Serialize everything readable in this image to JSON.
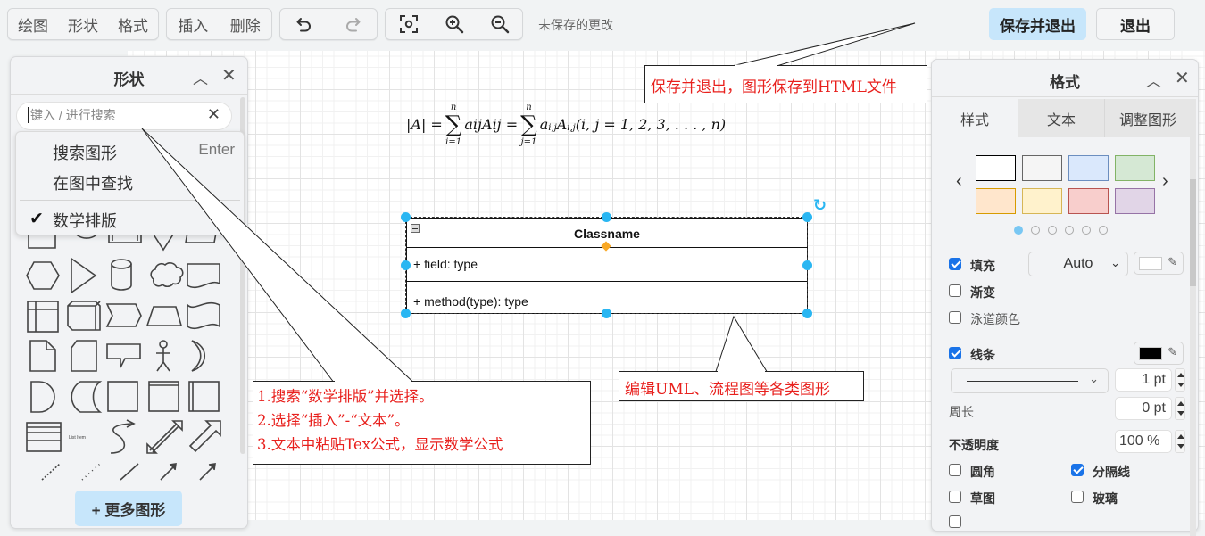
{
  "toolbar": {
    "group_view": [
      "绘图",
      "形状",
      "格式"
    ],
    "group_edit": [
      "插入",
      "删除"
    ],
    "undo_icon": "undo-icon",
    "redo_icon": "redo-icon",
    "fit_icon": "fit-screen-icon",
    "zoom_in_icon": "zoom-in-icon",
    "zoom_out_icon": "zoom-out-icon",
    "status": "未保存的更改",
    "save_exit_label": "保存并退出",
    "exit_label": "退出"
  },
  "shapes_panel": {
    "title": "形状",
    "search_placeholder": "键入 / 进行搜索",
    "search_value": "",
    "menu": {
      "search_shapes": "搜索图形",
      "search_shortcut": "Enter",
      "find_in_diagram": "在图中查找",
      "math_typesetting": "数学排版",
      "math_typesetting_checked": true
    },
    "shapes": [
      "rectangle",
      "ellipse",
      "process",
      "diamond",
      "parallelogram",
      "hexagon",
      "triangle",
      "cylinder",
      "cloud",
      "document",
      "internal-storage",
      "cube",
      "step",
      "trapezoid",
      "tape",
      "note",
      "card",
      "callout",
      "actor",
      "or",
      "and",
      "data-storage",
      "container",
      "swimlane-horizontal",
      "swimlane-vertical",
      "list",
      "list-item",
      "curved-arrow",
      "bidirectional-arrow",
      "arrow",
      "dashed-line",
      "dotted-line",
      "line",
      "connector-arrow",
      "directional-arrow"
    ],
    "list_item_label": "List Item",
    "more_shapes_label": "+ 更多图形"
  },
  "format_panel": {
    "title": "格式",
    "tabs": [
      "样式",
      "文本",
      "调整图形"
    ],
    "active_tab": "样式",
    "swatches": [
      {
        "fill": "#ffffff",
        "stroke": "#000000"
      },
      {
        "fill": "#f5f5f5",
        "stroke": "#666666"
      },
      {
        "fill": "#dae8fc",
        "stroke": "#6c8ebf"
      },
      {
        "fill": "#d5e8d4",
        "stroke": "#82b366"
      },
      {
        "fill": "#ffe6cc",
        "stroke": "#d79b00"
      },
      {
        "fill": "#fff2cc",
        "stroke": "#d6b656"
      },
      {
        "fill": "#f8cecc",
        "stroke": "#b85450"
      },
      {
        "fill": "#e1d5e7",
        "stroke": "#9673a6"
      }
    ],
    "swatch_page": 1,
    "swatch_pages": 6,
    "fill_label": "填充",
    "fill_checked": true,
    "fill_mode": "Auto",
    "fill_color": "#ffffff",
    "gradient_label": "渐变",
    "gradient_checked": false,
    "swimlane_color_label": "泳道颜色",
    "swimlane_checked": false,
    "line_label": "线条",
    "line_checked": true,
    "line_color": "#000000",
    "line_width": "1 pt",
    "perimeter_label": "周长",
    "perimeter_value": "0 pt",
    "opacity_label": "不透明度",
    "opacity_value": "100 %",
    "rounded_label": "圆角",
    "rounded_checked": false,
    "divider_label": "分隔线",
    "divider_checked": true,
    "sketch_label": "草图",
    "sketch_checked": false,
    "glass_label": "玻璃",
    "glass_checked": false
  },
  "canvas": {
    "formula": {
      "lhs": "|A| =",
      "sum1_top": "n",
      "sum1_bottom": "i=1",
      "term1": "aijAij =",
      "sum2_top": "n",
      "sum2_bottom": "j=1",
      "term2": "a",
      "term2_sub": "i,j",
      "term3": "A",
      "term3_sub": "i,j",
      "tail": "(i, j = 1, 2, 3, . . . , n)"
    },
    "uml_class": {
      "name": "Classname",
      "field": "+ field: type",
      "method": "+ method(type): type"
    },
    "callouts": {
      "save_exit": "保存并退出，图形保存到HTML文件",
      "steps": [
        "1.搜索“数学排版”并选择。",
        "2.选择“插入”-“文本”。",
        "3.文本中粘贴Tex公式，显示数学公式"
      ],
      "uml_note": "编辑UML、流程图等各类图形"
    },
    "colors": {
      "callout_text": "#e8201d",
      "selection_handle": "#29b6f2",
      "anchor": "#f9a825",
      "accent_button": "#c7e6fb"
    }
  }
}
